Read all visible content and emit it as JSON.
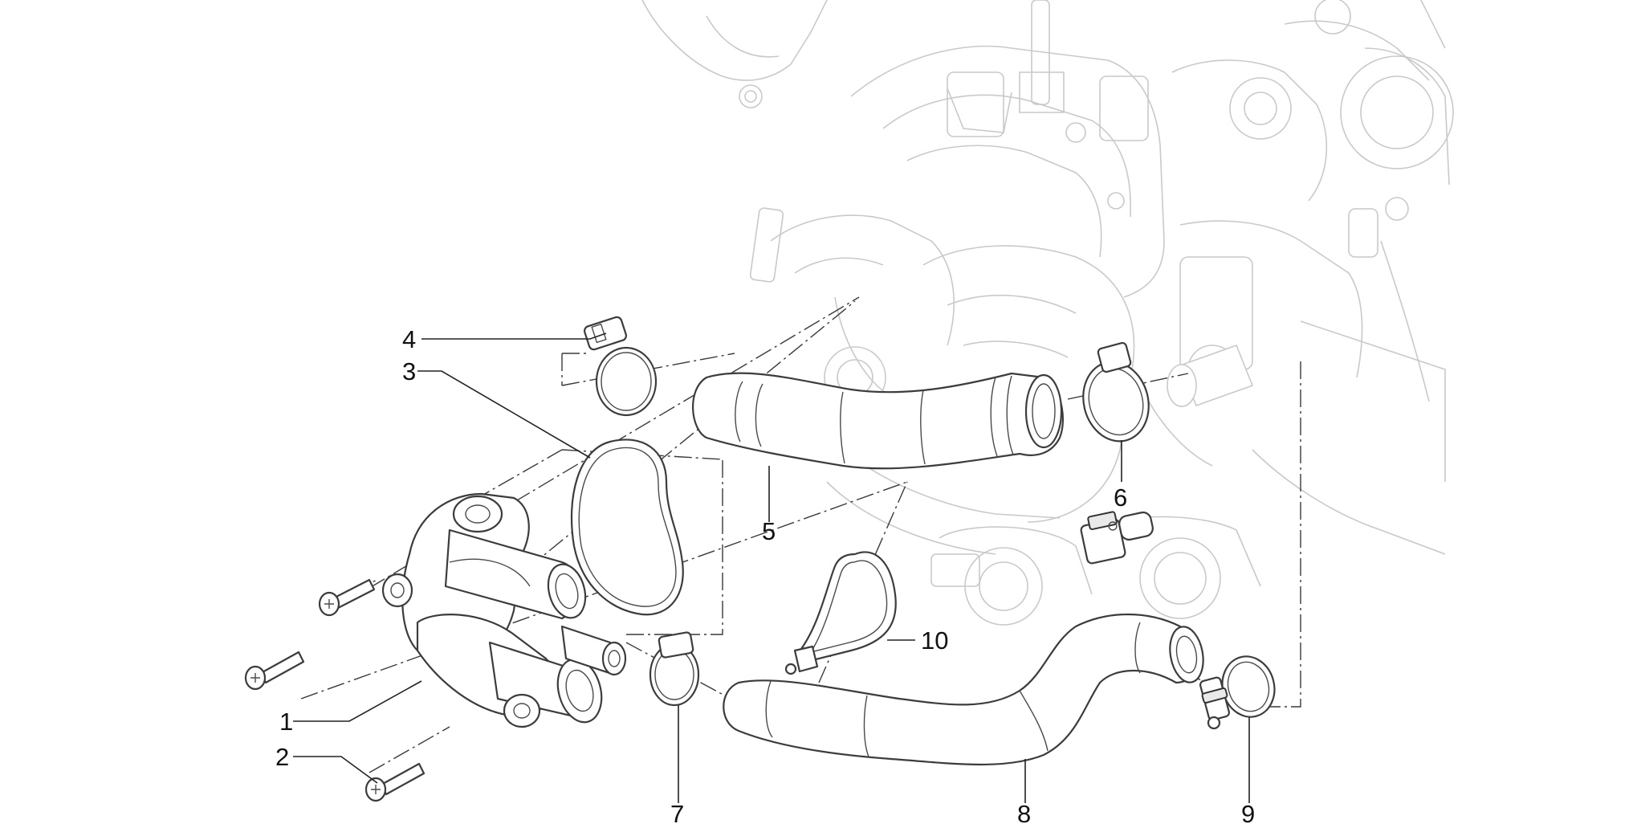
{
  "diagram": {
    "callouts": [
      {
        "id": "1",
        "label": "1"
      },
      {
        "id": "2",
        "label": "2"
      },
      {
        "id": "3",
        "label": "3"
      },
      {
        "id": "4",
        "label": "4"
      },
      {
        "id": "5",
        "label": "5"
      },
      {
        "id": "6",
        "label": "6"
      },
      {
        "id": "7",
        "label": "7"
      },
      {
        "id": "8",
        "label": "8"
      },
      {
        "id": "9",
        "label": "9"
      },
      {
        "id": "10",
        "label": "10"
      }
    ],
    "colors": {
      "background": "#ffffff",
      "part_outline": "#3c3c3c",
      "engine_outline": "#c9c9c9",
      "text": "#111111"
    }
  }
}
